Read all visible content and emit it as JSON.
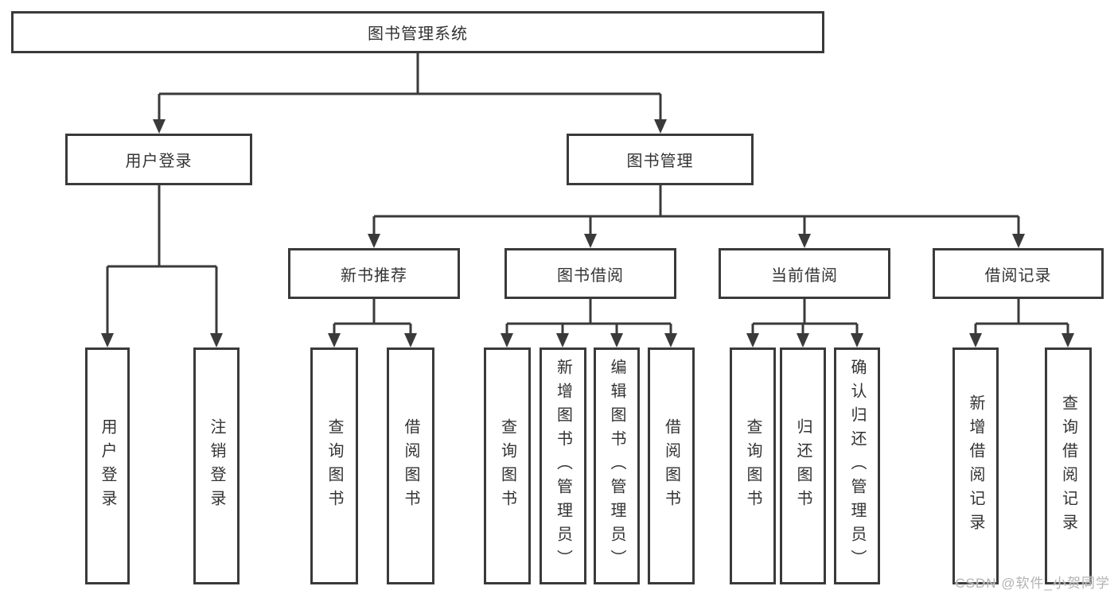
{
  "root_label": "图书管理系统",
  "level2": {
    "user_login": "用户登录",
    "book_mgmt": "图书管理"
  },
  "level3": {
    "new_book": "新书推荐",
    "borrow": "图书借阅",
    "current": "当前借阅",
    "records": "借阅记录"
  },
  "leaves": {
    "user_login": [
      "用户登录",
      "注销登录"
    ],
    "new_book": [
      "查询图书",
      "借阅图书"
    ],
    "borrow": [
      "查询图书",
      "新增图书（管理员）",
      "编辑图书（管理员）",
      "借阅图书"
    ],
    "current": [
      "查询图书",
      "归还图书",
      "确认归还（管理员）"
    ],
    "records": [
      "新增借阅记录",
      "查询借阅记录"
    ]
  },
  "watermark": "CSDN @软件_小贺同学",
  "colors": {
    "line": "#3a3a3a",
    "text": "#333333",
    "watermark": "#b3b3b3",
    "background": "#ffffff"
  }
}
